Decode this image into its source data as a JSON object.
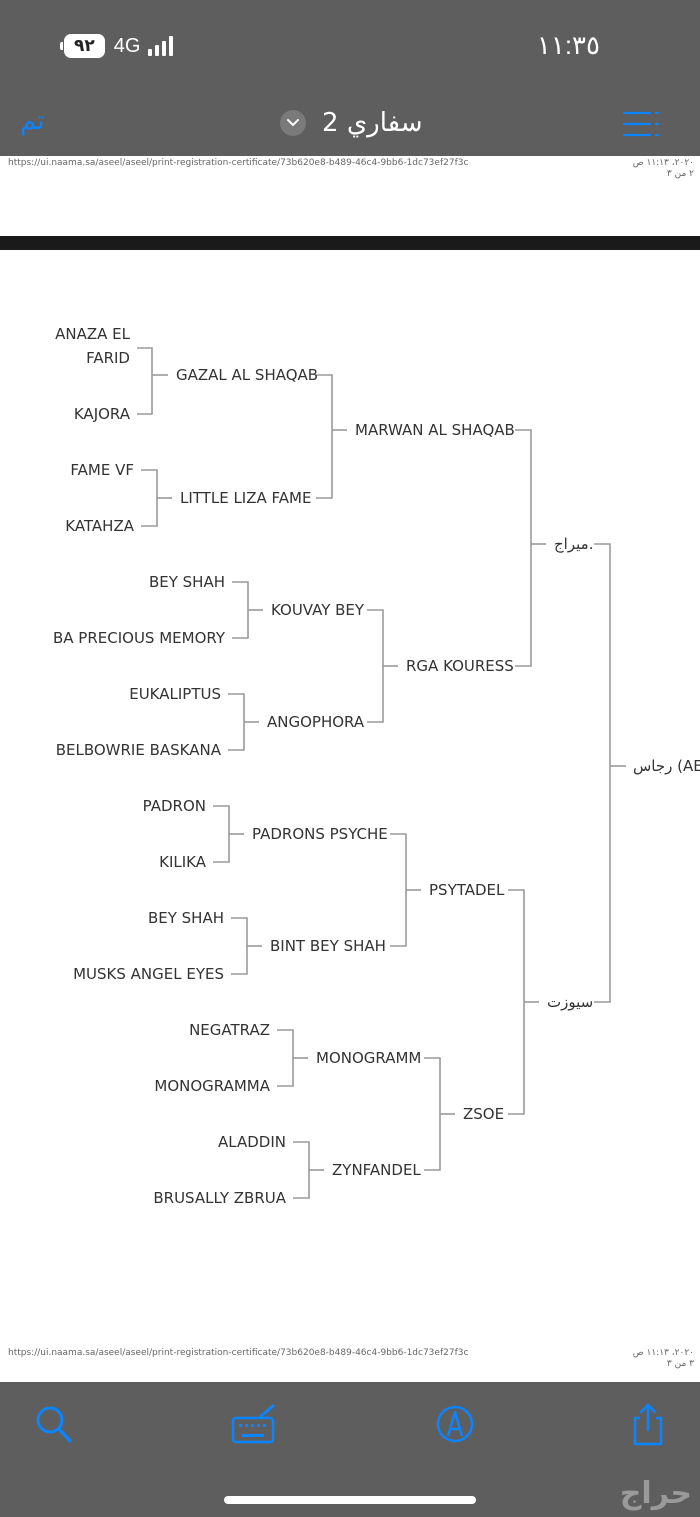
{
  "status": {
    "time": "١١:٣٥",
    "battery": "٩٢",
    "network": "4G"
  },
  "nav": {
    "done_label": "تم",
    "title": "2 سفاري"
  },
  "page": {
    "url": "https://ui.naama.sa/aseel/aseel/print-registration-certificate/73b620e8-b489-46c4-9bb6-1dc73ef27f3c",
    "header_right_1": "٢٠٢٠، ١١:١٣ ص",
    "header_right_2": "٢ من ٣",
    "footer_right_1": "٢٠٢٠، ١١:١٣ ص",
    "footer_right_2": "٣ من ٣"
  },
  "pedigree": {
    "root": "رجاس (AE)",
    "sire": "ميراج.",
    "dam": "سيوزت",
    "gen2": [
      "MARWAN AL SHAQAB",
      "RGA KOURESS",
      "PSYTADEL",
      "ZSOE"
    ],
    "gen3": [
      "GAZAL AL SHAQAB",
      "LITTLE LIZA FAME",
      "KOUVAY BEY",
      "ANGOPHORA",
      "PADRONS PSYCHE",
      "BINT BEY SHAH",
      "MONOGRAMM",
      "ZYNFANDEL"
    ],
    "gen4": [
      "ANAZA EL",
      "FARID",
      "KAJORA",
      "FAME VF",
      "KATAHZA",
      "BEY SHAH",
      "BA PRECIOUS MEMORY",
      "EUKALIPTUS",
      "BELBOWRIE BASKANA",
      "PADRON",
      "KILIKA",
      "BEY SHAH",
      "MUSKS ANGEL EYES",
      "NEGATRAZ",
      "MONOGRAMMA",
      "ALADDIN",
      "BRUSALLY ZBRUA"
    ]
  },
  "toolbar": [
    "search-icon",
    "keyboard-edit-icon",
    "markup-pen-icon",
    "share-icon"
  ],
  "watermark": "حراج",
  "colors": {
    "bar": "#5e5e5e",
    "accent": "#0a84ff",
    "line": "#9a9a9a",
    "text": "#333333"
  }
}
